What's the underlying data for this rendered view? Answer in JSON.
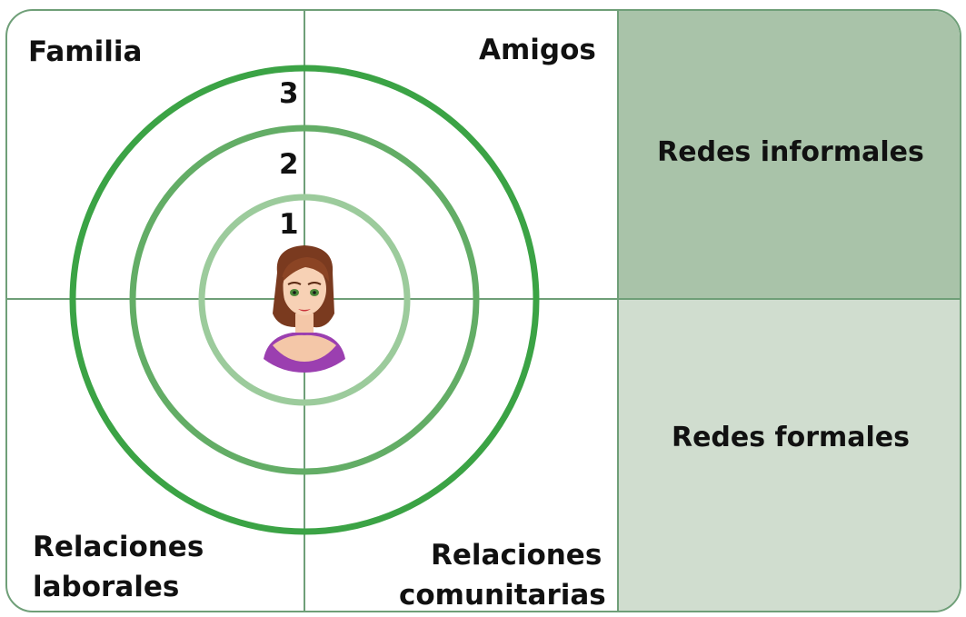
{
  "quadrants": {
    "top_left": "Familia",
    "top_right": "Amigos",
    "bottom_left_line1": "Relaciones",
    "bottom_left_line2": "laborales",
    "bottom_right_line1": "Relaciones",
    "bottom_right_line2": "comunitarias"
  },
  "rings": [
    {
      "label": "1",
      "color": "#9ccb9c"
    },
    {
      "label": "2",
      "color": "#63ad66"
    },
    {
      "label": "3",
      "color": "#3ba345"
    }
  ],
  "panels": {
    "informal": "Redes informales",
    "formal": "Redes formales",
    "informal_color": "#a9c3a9",
    "formal_color": "#d0ddcf"
  },
  "center_icon": "woman-avatar-icon"
}
